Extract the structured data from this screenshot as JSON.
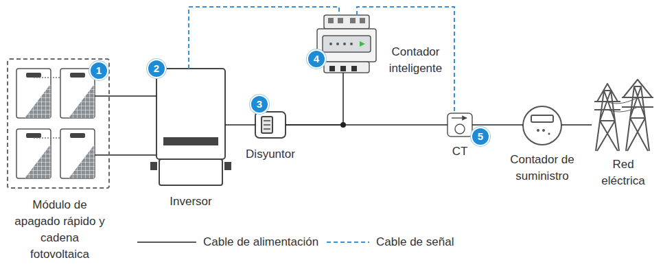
{
  "diagram": {
    "nodes": [
      {
        "text": [
          "Módulo de apagado rápido y cadena fotovoltaica"
        ]
      },
      {
        "text": [
          "Inversor"
        ]
      },
      {
        "text": [
          "Disyuntor"
        ]
      },
      {
        "text": [
          "Contador inteligente"
        ]
      },
      {
        "text": [
          "CT"
        ]
      },
      {
        "text": [
          "Contador de suministro"
        ]
      },
      {
        "text": [
          "Red eléctrica"
        ]
      }
    ],
    "edges": [
      {
        "from": 0,
        "to": 1,
        "arrow": "none"
      },
      {
        "from": 1,
        "to": 2,
        "arrow": "none"
      },
      {
        "from": 2,
        "to": 3,
        "arrow": "none"
      },
      {
        "from": 2,
        "to": 4,
        "arrow": "none"
      },
      {
        "from": 4,
        "to": 5,
        "arrow": "none"
      },
      {
        "from": 5,
        "to": 6,
        "arrow": "none"
      },
      {
        "from": 1,
        "to": 3,
        "arrow": "none"
      },
      {
        "from": 3,
        "to": 4,
        "arrow": "none"
      }
    ],
    "labels": [
      "1",
      "2",
      "3",
      "4",
      "5"
    ],
    "legend": [
      {
        "text": "Cable de alimentación"
      },
      {
        "text": "Cable de señal"
      }
    ]
  }
}
